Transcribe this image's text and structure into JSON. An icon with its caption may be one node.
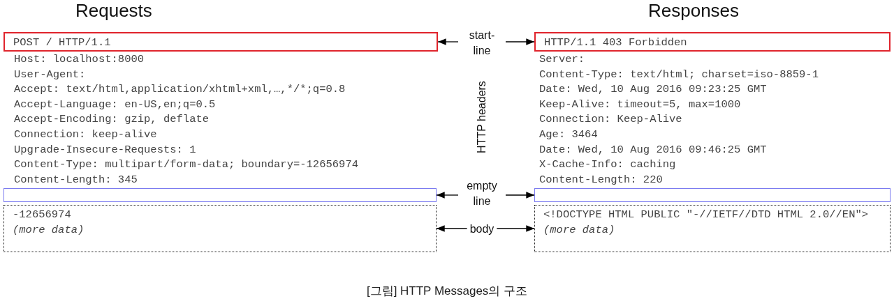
{
  "diagram": {
    "caption": "[그림] HTTP Messages의 구조",
    "nodes": [
      {
        "text": [
          "POST / HTTP/1.1"
        ]
      },
      {
        "text": [],
        "shape": "box"
      },
      {
        "text": [
          "-12656974",
          "(more data)"
        ]
      },
      {
        "text": [
          "start-line"
        ]
      },
      {
        "text": [
          "empty line"
        ]
      },
      {
        "text": [
          "body"
        ]
      },
      {
        "text": [
          "HTTP/1.1 403 Forbidden"
        ]
      },
      {
        "text": [],
        "shape": "box"
      },
      {
        "text": [
          "<!DOCTYPE HTML PUBLIC \"-//IETF//DTD HTML 2.0//EN\">",
          "(more data)"
        ]
      }
    ],
    "edges": [
      {
        "from": 3,
        "to": 0,
        "arrow": "to"
      },
      {
        "from": 3,
        "to": 6,
        "arrow": "to"
      },
      {
        "from": 4,
        "to": 1,
        "arrow": "to"
      },
      {
        "from": 4,
        "to": 7,
        "arrow": "to"
      },
      {
        "from": 5,
        "to": 2,
        "arrow": "to"
      },
      {
        "from": 5,
        "to": 8,
        "arrow": "to"
      }
    ],
    "labels": [
      "Requests",
      "Responses",
      "Host: localhost:8000",
      "User-Agent:",
      "Accept: text/html,application/xhtml+xml,…,*/*;q=0.8",
      "Accept-Language: en-US,en;q=0.5",
      "Accept-Encoding: gzip, deflate",
      "Connection: keep-alive",
      "Upgrade-Insecure-Requests: 1",
      "Content-Type: multipart/form-data; boundary=-12656974",
      "Content-Length: 345",
      "HTTP headers",
      "Server:",
      "Content-Type: text/html; charset=iso-8859-1",
      "Date: Wed, 10 Aug 2016 09:23:25 GMT",
      "Keep-Alive: timeout=5, max=1000",
      "Connection: Keep-Alive",
      "Age: 3464",
      "Date: Wed, 10 Aug 2016 09:46:25 GMT",
      "X-Cache-Info: caching",
      "Content-Length: 220"
    ]
  }
}
